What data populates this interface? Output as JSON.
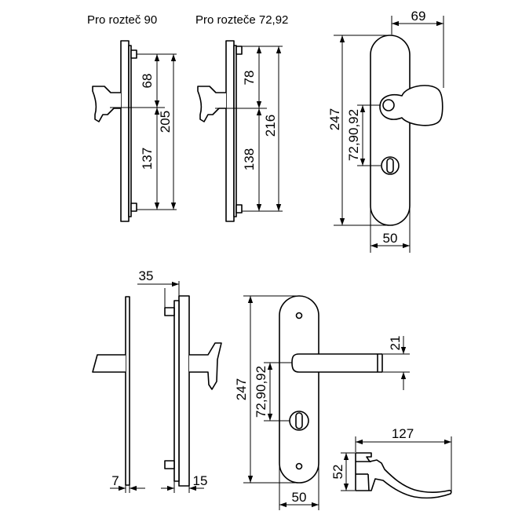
{
  "captions": {
    "pitch_90": "Pro rozteč 90",
    "pitch_72_92": "Pro rozteče 72,92"
  },
  "dimensions": {
    "view1_upper": "68",
    "view1_lower": "137",
    "view1_total": "205",
    "view2_upper": "78",
    "view2_lower": "138",
    "view2_total": "216",
    "knob_front_width": "69",
    "knob_front_height": "247",
    "knob_front_pitch": "72,90,92",
    "knob_front_plate_width": "50",
    "side_projection": "35",
    "side_thickness_left": "7",
    "side_thickness_right": "15",
    "lever_front_height": "247",
    "lever_front_pitch": "72,90,92",
    "lever_thickness": "21",
    "lever_front_plate_width": "50",
    "lever_length": "127",
    "lever_height": "52"
  }
}
